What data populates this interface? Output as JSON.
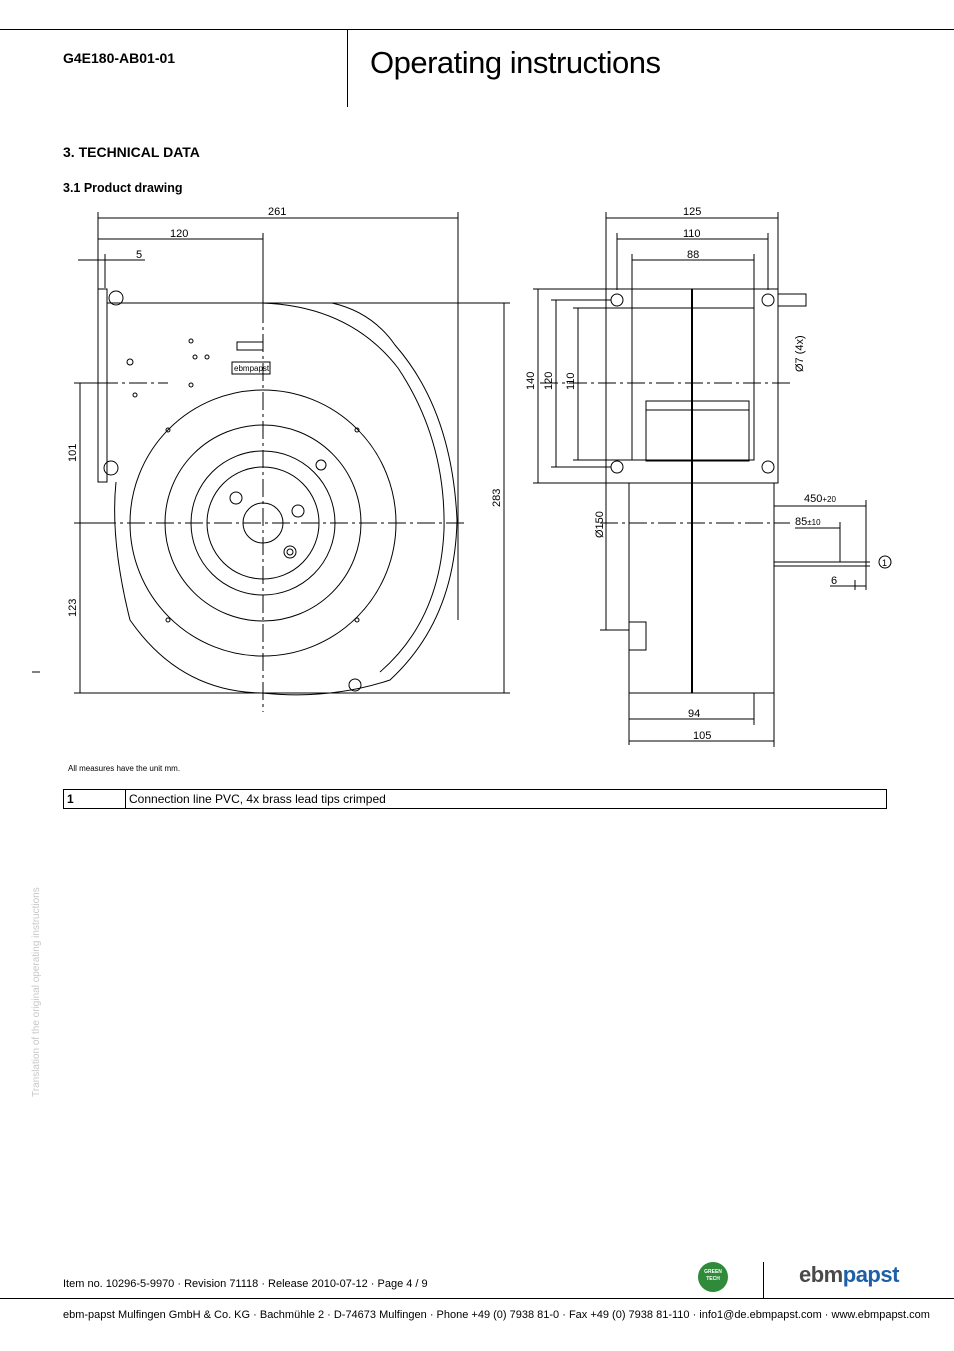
{
  "header": {
    "product_code": "G4E180-AB01-01",
    "title": "Operating instructions"
  },
  "section": {
    "title": "3. TECHNICAL DATA",
    "subsection_title": "3.1 Product drawing"
  },
  "drawing": {
    "front_view_dims": {
      "overall_width": "261",
      "hub_offset": "120",
      "flange_offset": "5",
      "upper_height": "101",
      "lower_height": "123",
      "overall_height": "283"
    },
    "side_view_dims": {
      "overall_depth": "125",
      "flange_depth": "110",
      "inner_depth": "88",
      "flange_height": "140",
      "hole_spacing_outer": "120",
      "hole_spacing_inner": "110",
      "hole_diameter": "Ø7 (4x)",
      "outlet_diameter": "Ø150",
      "cable_length": "450",
      "cable_length_tol": "+20",
      "strip_length": "85",
      "strip_length_tol": "±10",
      "tip_length": "6",
      "callout_number": "1",
      "bottom_inner": "94",
      "bottom_outer": "105"
    },
    "nameplate_text": "ebmpapst"
  },
  "measure_note": "All measures have the unit mm.",
  "legend": {
    "rows": [
      {
        "number": "1",
        "description": "Connection line PVC, 4x brass lead tips crimped"
      }
    ]
  },
  "side_note": "Translation of the original operating instructions",
  "footer": {
    "item_line": "Item no. 10296-5-9970 · Revision 71118 · Release 2010-07-12 · Page 4 / 9",
    "company_line": "ebm-papst Mulfingen GmbH & Co. KG · Bachmühle 2 · D-74673 Mulfingen · Phone +49 (0) 7938 81-0 · Fax +49 (0) 7938 81-110 · info1@de.ebmpapst.com · www.ebmpapst.com",
    "badge_text": "GREEN TECH",
    "logo_ebm": "ebm",
    "logo_papst": "papst"
  }
}
